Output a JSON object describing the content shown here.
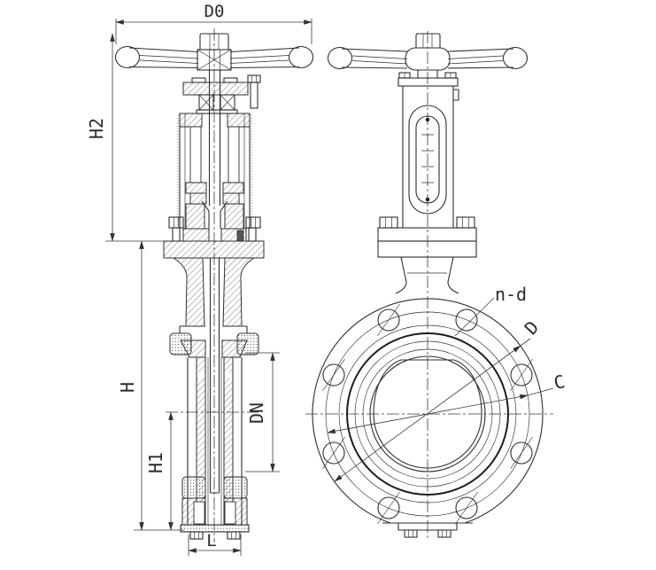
{
  "labels": {
    "handwheel_diameter": "D0",
    "actuator_height": "H2",
    "total_height": "H",
    "center_height": "H1",
    "nominal_bore": "DN",
    "face_to_face": "L",
    "bolt_holes": "n-d",
    "flange_diameter": "D",
    "bolt_circle": "C"
  },
  "colors": {
    "line": "#2e2e2e",
    "background": "#ffffff"
  }
}
